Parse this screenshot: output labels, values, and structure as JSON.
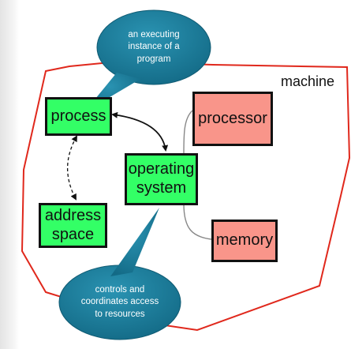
{
  "machine_label": "machine",
  "boxes": {
    "process": "process",
    "operating_system": "operating\nsystem",
    "address_space": "address\nspace",
    "processor": "processor",
    "memory": "memory"
  },
  "callouts": {
    "top": "an executing\ninstance of a\nprogram",
    "bottom": "controls and\ncoordinates access\nto resources"
  },
  "colors": {
    "machine_border": "#e0281c",
    "green_box": "#33ff66",
    "salmon_box": "#f9958a",
    "callout": "#1b7a98",
    "connector": "#888888"
  }
}
